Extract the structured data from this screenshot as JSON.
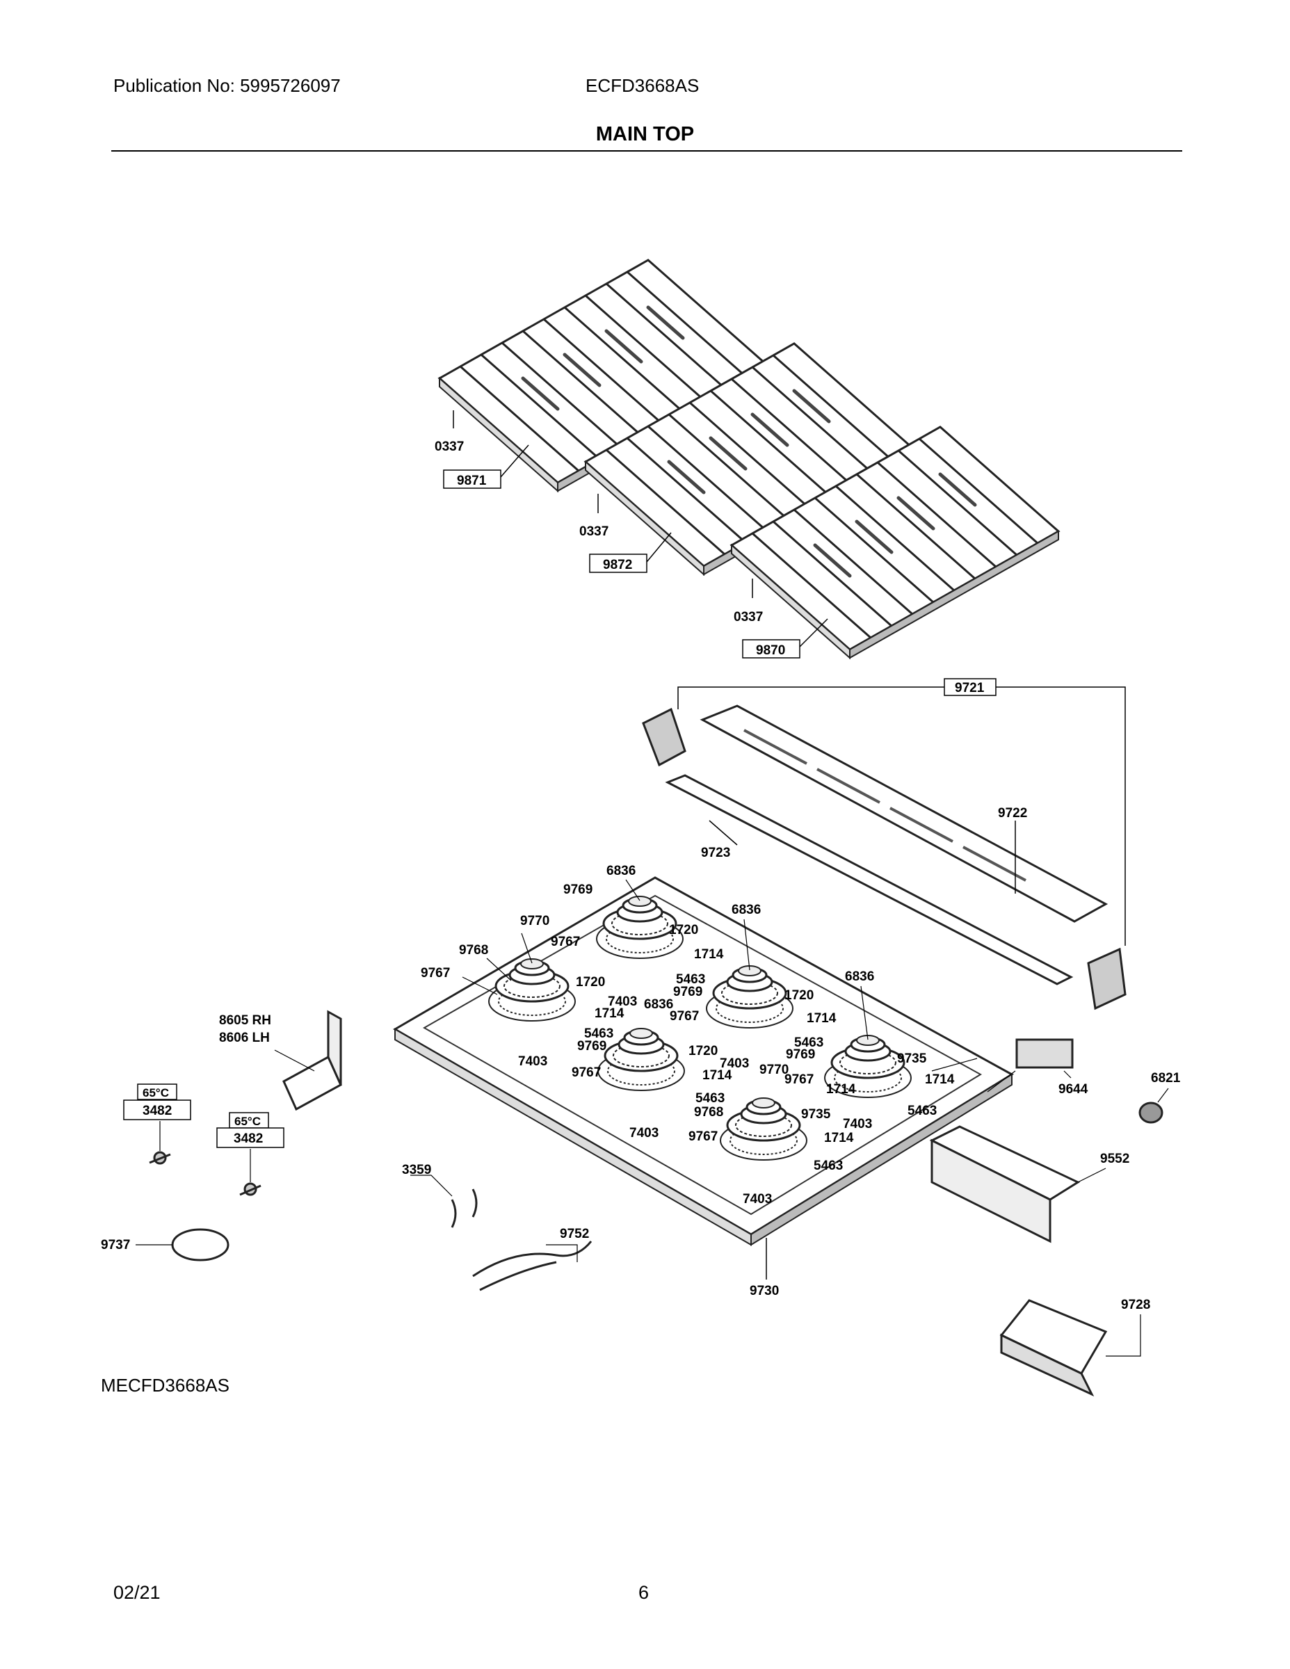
{
  "header": {
    "publication": "Publication No: 5995726097",
    "model": "ECFD3668AS",
    "title": "MAIN TOP"
  },
  "footer": {
    "diagram_code": "MECFD3668AS",
    "date": "02/21",
    "page": "6"
  },
  "part_labels": [
    {
      "id": "p0337a",
      "text": "0337",
      "boxed": false
    },
    {
      "id": "p9871",
      "text": "9871",
      "boxed": true
    },
    {
      "id": "p0337b",
      "text": "0337",
      "boxed": false
    },
    {
      "id": "p9872",
      "text": "9872",
      "boxed": true
    },
    {
      "id": "p0337c",
      "text": "0337",
      "boxed": false
    },
    {
      "id": "p9870",
      "text": "9870",
      "boxed": true
    },
    {
      "id": "p9721",
      "text": "9721",
      "boxed": true
    },
    {
      "id": "p9722",
      "text": "9722",
      "boxed": false
    },
    {
      "id": "p9723",
      "text": "9723",
      "boxed": false
    },
    {
      "id": "p6836a",
      "text": "6836",
      "boxed": false
    },
    {
      "id": "p9769a",
      "text": "9769",
      "boxed": false
    },
    {
      "id": "p6836b",
      "text": "6836",
      "boxed": false
    },
    {
      "id": "p9770a",
      "text": "9770",
      "boxed": false
    },
    {
      "id": "p1720a",
      "text": "1720",
      "boxed": false
    },
    {
      "id": "p9767a",
      "text": "9767",
      "boxed": false
    },
    {
      "id": "p1714a",
      "text": "1714",
      "boxed": false
    },
    {
      "id": "p9768a",
      "text": "9768",
      "boxed": false
    },
    {
      "id": "p6836c",
      "text": "6836",
      "boxed": false
    },
    {
      "id": "p9767b",
      "text": "9767",
      "boxed": false
    },
    {
      "id": "p1720b",
      "text": "1720",
      "boxed": false
    },
    {
      "id": "p5463a",
      "text": "5463",
      "boxed": false
    },
    {
      "id": "p9769b",
      "text": "9769",
      "boxed": false
    },
    {
      "id": "p1720c",
      "text": "1720",
      "boxed": false
    },
    {
      "id": "p7403a",
      "text": "7403",
      "boxed": false
    },
    {
      "id": "p6836d",
      "text": "6836",
      "boxed": false
    },
    {
      "id": "p1714b",
      "text": "1714",
      "boxed": false
    },
    {
      "id": "p9767c",
      "text": "9767",
      "boxed": false
    },
    {
      "id": "p1714c",
      "text": "1714",
      "boxed": false
    },
    {
      "id": "p8605",
      "text": "8605 RH",
      "boxed": false
    },
    {
      "id": "p8606",
      "text": "8606 LH",
      "boxed": false
    },
    {
      "id": "p5463b",
      "text": "5463",
      "boxed": false
    },
    {
      "id": "p9769c",
      "text": "9769",
      "boxed": false
    },
    {
      "id": "p5463c",
      "text": "5463",
      "boxed": false
    },
    {
      "id": "p1720d",
      "text": "1720",
      "boxed": false
    },
    {
      "id": "p9769d",
      "text": "9769",
      "boxed": false
    },
    {
      "id": "p7403b",
      "text": "7403",
      "boxed": false
    },
    {
      "id": "p7403c",
      "text": "7403",
      "boxed": false
    },
    {
      "id": "p9735a",
      "text": "9735",
      "boxed": false
    },
    {
      "id": "p1714d",
      "text": "1714",
      "boxed": false
    },
    {
      "id": "p9770b",
      "text": "9770",
      "boxed": false
    },
    {
      "id": "p9767d",
      "text": "9767",
      "boxed": false
    },
    {
      "id": "p9644",
      "text": "9644",
      "boxed": false
    },
    {
      "id": "p6821",
      "text": "6821",
      "boxed": false
    },
    {
      "id": "p9767e",
      "text": "9767",
      "boxed": false
    },
    {
      "id": "p1714e",
      "text": "1714",
      "boxed": false
    },
    {
      "id": "p1714f",
      "text": "1714",
      "boxed": false
    },
    {
      "id": "p5463d",
      "text": "5463",
      "boxed": false
    },
    {
      "id": "p9768b",
      "text": "9768",
      "boxed": false
    },
    {
      "id": "p9735b",
      "text": "9735",
      "boxed": false
    },
    {
      "id": "p7403d",
      "text": "7403",
      "boxed": false
    },
    {
      "id": "p5463e",
      "text": "5463",
      "boxed": false
    },
    {
      "id": "p7403e",
      "text": "7403",
      "boxed": false
    },
    {
      "id": "p9767f",
      "text": "9767",
      "boxed": false
    },
    {
      "id": "p1714g",
      "text": "1714",
      "boxed": false
    },
    {
      "id": "p5463f",
      "text": "5463",
      "boxed": false
    },
    {
      "id": "p7403f",
      "text": "7403",
      "boxed": false
    },
    {
      "id": "p9552",
      "text": "9552",
      "boxed": false
    },
    {
      "id": "p3359",
      "text": "3359",
      "boxed": false
    },
    {
      "id": "p9752",
      "text": "9752",
      "boxed": false
    },
    {
      "id": "p9730",
      "text": "9730",
      "boxed": false
    },
    {
      "id": "p9737",
      "text": "9737",
      "boxed": false
    },
    {
      "id": "p9728",
      "text": "9728",
      "boxed": false
    },
    {
      "id": "t65a",
      "text": "65°C",
      "boxed": true
    },
    {
      "id": "p3482a",
      "text": "3482",
      "boxed": true
    },
    {
      "id": "t65b",
      "text": "65°C",
      "boxed": true
    },
    {
      "id": "p3482b",
      "text": "3482",
      "boxed": true
    }
  ]
}
